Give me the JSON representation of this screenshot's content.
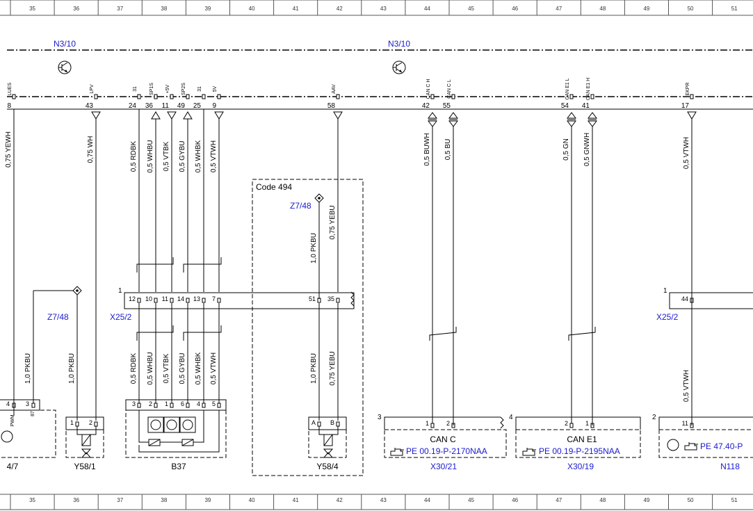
{
  "grid": {
    "columns": [
      "35",
      "36",
      "37",
      "38",
      "39",
      "40",
      "41",
      "42",
      "43",
      "44",
      "45",
      "46",
      "47",
      "48",
      "49",
      "50",
      "51"
    ]
  },
  "control_unit": {
    "labels": [
      "N3/10",
      "N3/10"
    ],
    "pins": [
      {
        "sig": "LUES",
        "num": "8",
        "dir": "none",
        "wire": "0,75 YEWH"
      },
      {
        "sig": "LPV",
        "num": "43",
        "dir": "down",
        "wire": "0,75 WH"
      },
      {
        "sig": "31",
        "num": "24",
        "dir": "none",
        "wire": "0,5 RDBK"
      },
      {
        "sig": "SP1S",
        "num": "36",
        "dir": "up",
        "wire": "0,5 WHBU"
      },
      {
        "sig": "+5V",
        "num": "11",
        "dir": "down",
        "wire": "0,5 VTBK"
      },
      {
        "sig": "SP2S",
        "num": "49",
        "dir": "up",
        "wire": "0,5 GYBU"
      },
      {
        "sig": "31",
        "num": "25",
        "dir": "none",
        "wire": "0,5 WHBK"
      },
      {
        "sig": "5V",
        "num": "9",
        "dir": "down",
        "wire": "0,5 VTWH"
      },
      {
        "sig": "AAV",
        "num": "58",
        "dir": "down",
        "wire": "0,75 YEBU"
      },
      {
        "sig": "CAN C H",
        "num": "42",
        "dir": "both",
        "wire": "0,5 BUWH"
      },
      {
        "sig": "CAN C L",
        "num": "55",
        "dir": "both",
        "wire": "0,5 BU"
      },
      {
        "sig": "CAN E1 L",
        "num": "54",
        "dir": "both",
        "wire": "0,5 GN"
      },
      {
        "sig": "CAN E1 H",
        "num": "41",
        "dir": "both",
        "wire": "0,5 GNWH"
      },
      {
        "sig": "EKPR",
        "num": "17",
        "dir": "down",
        "wire": "0,5 VTWH"
      }
    ]
  },
  "option_box": {
    "label": "Code 494"
  },
  "refs": {
    "z7_48_left": "Z7/48",
    "z7_48_mid": "Z7/48",
    "x25_2_left": "X25/2",
    "x25_2_right": "X25/2"
  },
  "connector_x25_2": {
    "block_num": "1",
    "pins": [
      "12",
      "10",
      "11",
      "14",
      "13",
      "7",
      "51",
      "35"
    ],
    "right_block_num": "1",
    "right_pin": "44"
  },
  "lower_wires": {
    "pkbu_left": "1,0 PKBU",
    "pkbu_y58_1": "1,0 PKBU",
    "b37": [
      "0,5 RDBK",
      "0,5 WHBU",
      "0,5 VTBK",
      "0,5 GYBU",
      "0,5 WHBK",
      "0,5 VTWH"
    ],
    "pkbu_mid_upper": "1,0 PKBU",
    "pkbu_y58_4": "1,0 PKBU",
    "yebu_y58_4": "0,75 YEBU",
    "vtwh_n118": "0,5 VTWH"
  },
  "components": {
    "left_partial": {
      "label": "4/7",
      "pins": [
        "4",
        "3"
      ],
      "pin_sub": "87",
      "inner": "PWM"
    },
    "y58_1": {
      "label": "Y58/1",
      "pins": [
        "1",
        "2"
      ]
    },
    "b37": {
      "label": "B37",
      "pins": [
        "3",
        "2",
        "1",
        "6",
        "4",
        "5"
      ]
    },
    "y58_4": {
      "label": "Y58/4",
      "pins": [
        "A",
        "B"
      ]
    },
    "x30_21": {
      "label": "X30/21",
      "num": "3",
      "pins": [
        "1",
        "2"
      ],
      "title": "CAN C",
      "ref": "PE 00.19-P-2170NAA"
    },
    "x30_19": {
      "label": "X30/19",
      "num": "4",
      "pins": [
        "2",
        "1"
      ],
      "title": "CAN E1",
      "ref": "PE 00.19-P-2195NAA"
    },
    "n118": {
      "label": "N118",
      "num": "2",
      "pin": "11",
      "ref": "PE 47.40-P"
    }
  },
  "icons": {
    "pointing_hand": "hand-pointer-icon",
    "transistor": "transistor-icon"
  },
  "colors": {
    "ink": "#000000",
    "ref_blue": "#1a1acc",
    "grid_gray": "#555555"
  }
}
